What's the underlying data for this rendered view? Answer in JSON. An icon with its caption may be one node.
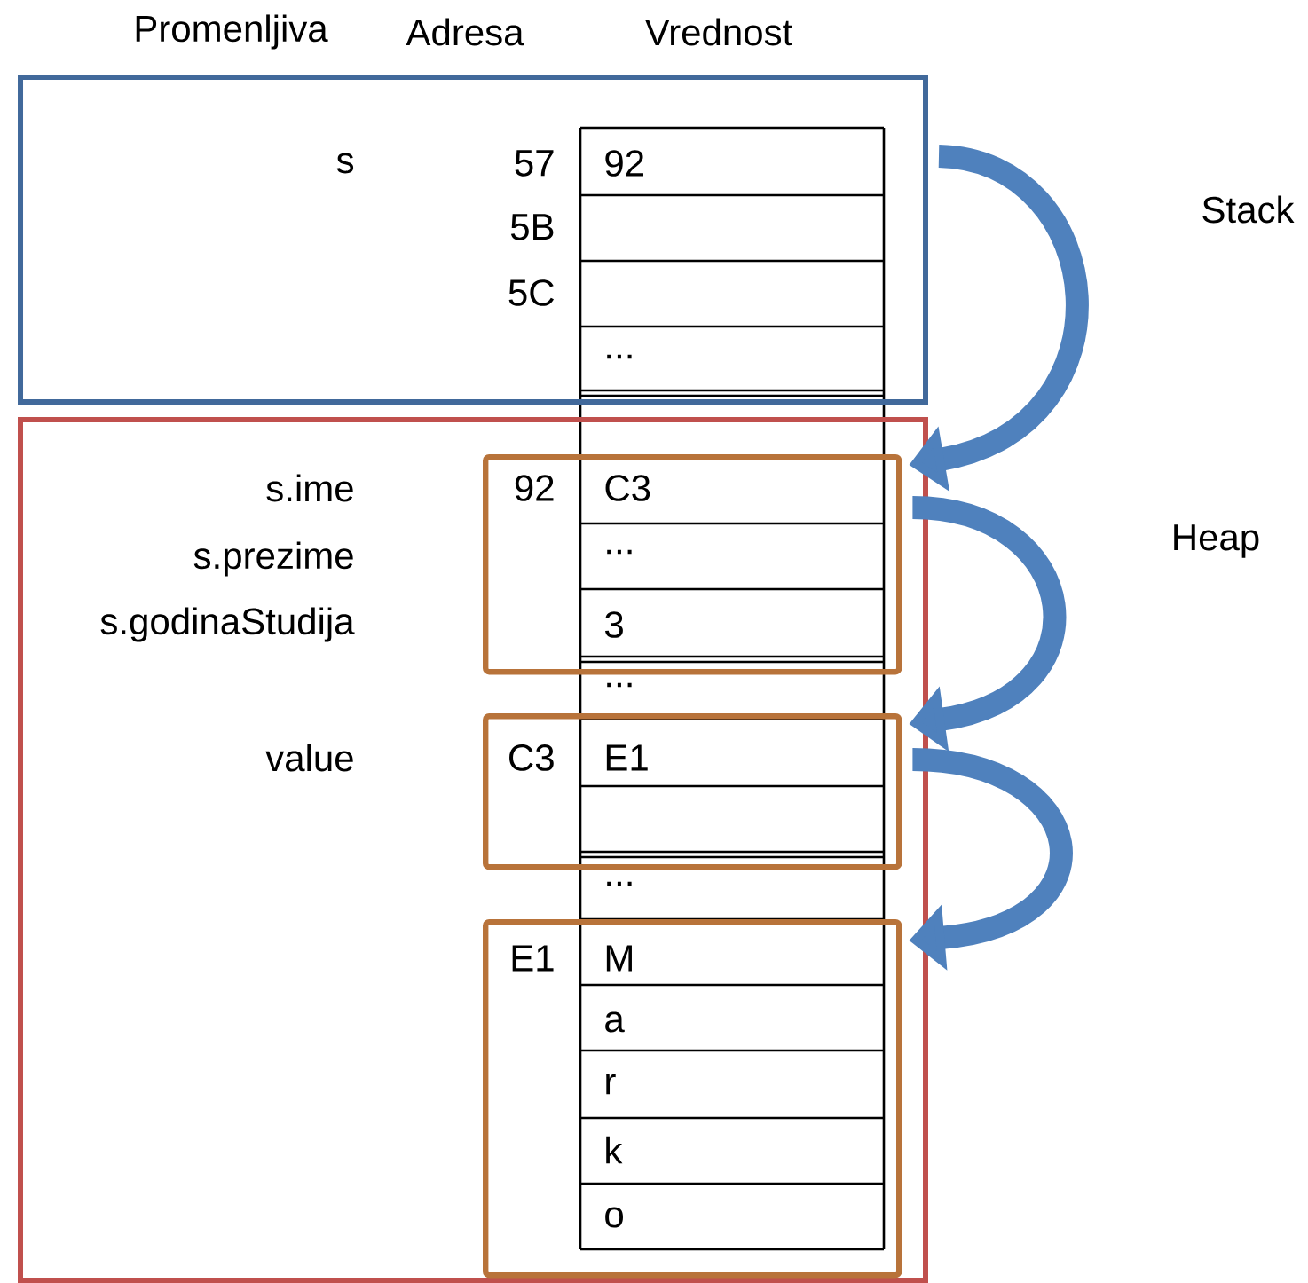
{
  "diagram": {
    "nodes": [
      {
        "text": [],
        "shape": "box"
      },
      {
        "text": [],
        "shape": "box"
      },
      {
        "text": [],
        "shape": "box",
        "in": 1
      },
      {
        "text": [],
        "shape": "box",
        "in": 1
      },
      {
        "text": [],
        "shape": "box",
        "in": 1
      }
    ],
    "edges": [
      {
        "from": 0,
        "to": 2,
        "arrow": "to"
      },
      {
        "from": 2,
        "to": 3,
        "arrow": "to"
      },
      {
        "from": 3,
        "to": 4,
        "arrow": "to"
      }
    ],
    "labels": [
      "Promenljiva",
      "Adresa",
      "Vrednost",
      "s",
      "57",
      "92",
      "Stack",
      "5B",
      "5C",
      "...",
      "s.ime",
      "92",
      "C3",
      "Heap",
      "s.prezime",
      "...",
      "s.godinaStudija",
      "3",
      "...",
      "value",
      "C3",
      "E1",
      "...",
      "E1",
      "M",
      "a",
      "r",
      "k",
      "o"
    ]
  }
}
